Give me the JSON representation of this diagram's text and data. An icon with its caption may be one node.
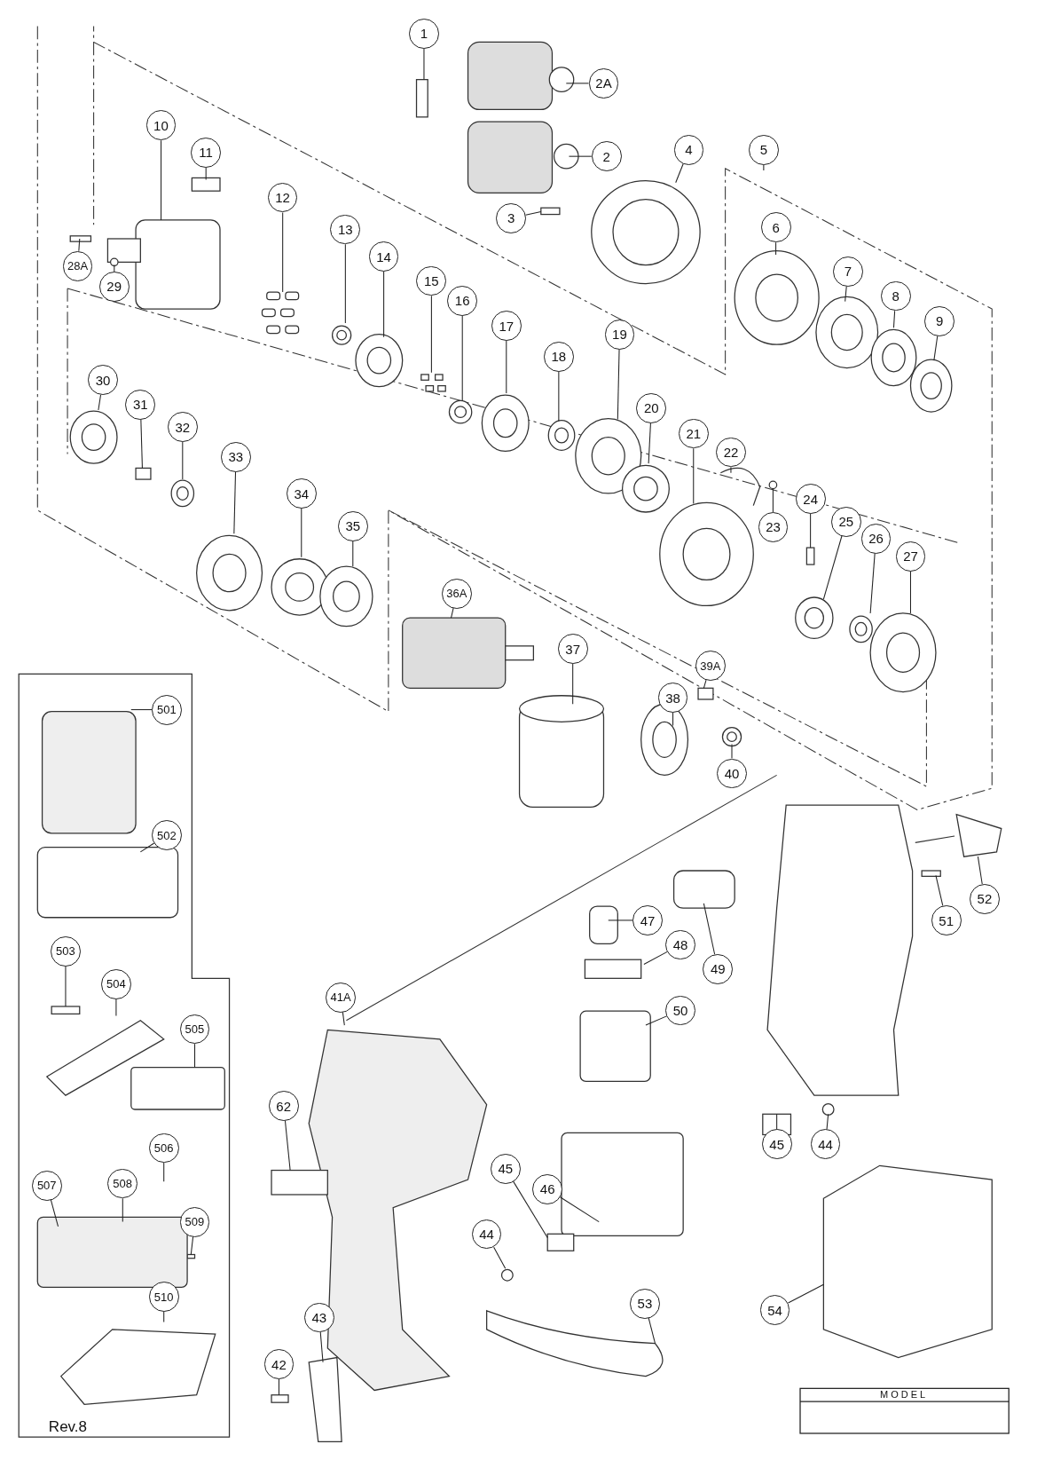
{
  "diagram": {
    "nodes": [
      {
        "text": [
          "1"
        ]
      },
      {
        "text": [
          "2A"
        ]
      },
      {
        "text": [
          "2"
        ]
      },
      {
        "text": [
          "3"
        ]
      },
      {
        "text": [
          "4"
        ]
      },
      {
        "text": [
          "5"
        ]
      },
      {
        "text": [
          "6"
        ]
      },
      {
        "text": [
          "7"
        ]
      },
      {
        "text": [
          "8"
        ]
      },
      {
        "text": [
          "9"
        ]
      },
      {
        "text": [
          "10"
        ]
      },
      {
        "text": [
          "11"
        ]
      },
      {
        "text": [
          "12"
        ]
      },
      {
        "text": [
          "13"
        ]
      },
      {
        "text": [
          "14"
        ]
      },
      {
        "text": [
          "15"
        ]
      },
      {
        "text": [
          "16"
        ]
      },
      {
        "text": [
          "17"
        ]
      },
      {
        "text": [
          "18"
        ]
      },
      {
        "text": [
          "19"
        ]
      },
      {
        "text": [
          "20"
        ]
      },
      {
        "text": [
          "21"
        ]
      },
      {
        "text": [
          "22"
        ]
      },
      {
        "text": [
          "23"
        ]
      },
      {
        "text": [
          "24"
        ]
      },
      {
        "text": [
          "25"
        ]
      },
      {
        "text": [
          "26"
        ]
      },
      {
        "text": [
          "27"
        ]
      },
      {
        "text": [
          "28A"
        ]
      },
      {
        "text": [
          "29"
        ]
      },
      {
        "text": [
          "30"
        ]
      },
      {
        "text": [
          "31"
        ]
      },
      {
        "text": [
          "32"
        ]
      },
      {
        "text": [
          "33"
        ]
      },
      {
        "text": [
          "34"
        ]
      },
      {
        "text": [
          "35"
        ]
      },
      {
        "text": [
          "36A"
        ]
      },
      {
        "text": [
          "37"
        ]
      },
      {
        "text": [
          "38"
        ]
      },
      {
        "text": [
          "39A"
        ]
      },
      {
        "text": [
          "40"
        ]
      },
      {
        "text": [
          "501"
        ]
      },
      {
        "text": [
          "502"
        ]
      },
      {
        "text": [
          "503"
        ]
      },
      {
        "text": [
          "504"
        ]
      },
      {
        "text": [
          "505"
        ]
      },
      {
        "text": [
          "41A"
        ]
      },
      {
        "text": [
          "47"
        ]
      },
      {
        "text": [
          "48"
        ]
      },
      {
        "text": [
          "49"
        ]
      },
      {
        "text": [
          "50"
        ]
      },
      {
        "text": [
          "51"
        ]
      },
      {
        "text": [
          "52"
        ]
      },
      {
        "text": [
          "62"
        ]
      },
      {
        "text": [
          "45"
        ]
      },
      {
        "text": [
          "44"
        ]
      },
      {
        "text": [
          "506"
        ]
      },
      {
        "text": [
          "507"
        ]
      },
      {
        "text": [
          "508"
        ]
      },
      {
        "text": [
          "509"
        ]
      },
      {
        "text": [
          "46"
        ]
      },
      {
        "text": [
          "45"
        ]
      },
      {
        "text": [
          "44"
        ]
      },
      {
        "text": [
          "53"
        ]
      },
      {
        "text": [
          "54"
        ]
      },
      {
        "text": [
          "510"
        ]
      },
      {
        "text": [
          "43"
        ]
      },
      {
        "text": [
          "42"
        ]
      }
    ],
    "edges": [
      {
        "from": 0,
        "to": null,
        "arrow": "none"
      },
      {
        "from": 1,
        "to": null,
        "arrow": "none"
      },
      {
        "from": 2,
        "to": null,
        "arrow": "none"
      },
      {
        "from": 3,
        "to": null,
        "arrow": "none"
      },
      {
        "from": 4,
        "to": null,
        "arrow": "none"
      },
      {
        "from": 5,
        "to": null,
        "arrow": "none"
      },
      {
        "from": 6,
        "to": null,
        "arrow": "none"
      },
      {
        "from": 7,
        "to": null,
        "arrow": "none"
      },
      {
        "from": 8,
        "to": null,
        "arrow": "none"
      },
      {
        "from": 9,
        "to": null,
        "arrow": "none"
      },
      {
        "from": 10,
        "to": null,
        "arrow": "none"
      },
      {
        "from": 11,
        "to": null,
        "arrow": "none"
      },
      {
        "from": 12,
        "to": null,
        "arrow": "none"
      },
      {
        "from": 13,
        "to": null,
        "arrow": "none"
      },
      {
        "from": 14,
        "to": null,
        "arrow": "none"
      },
      {
        "from": 15,
        "to": null,
        "arrow": "none"
      },
      {
        "from": 16,
        "to": null,
        "arrow": "none"
      },
      {
        "from": 17,
        "to": null,
        "arrow": "none"
      },
      {
        "from": 18,
        "to": null,
        "arrow": "none"
      },
      {
        "from": 19,
        "to": null,
        "arrow": "none"
      },
      {
        "from": 20,
        "to": null,
        "arrow": "none"
      },
      {
        "from": 21,
        "to": null,
        "arrow": "none"
      },
      {
        "from": 22,
        "to": null,
        "arrow": "none"
      },
      {
        "from": 23,
        "to": null,
        "arrow": "none"
      },
      {
        "from": 24,
        "to": null,
        "arrow": "none"
      },
      {
        "from": 25,
        "to": null,
        "arrow": "none"
      },
      {
        "from": 26,
        "to": null,
        "arrow": "none"
      },
      {
        "from": 27,
        "to": null,
        "arrow": "none"
      },
      {
        "from": 28,
        "to": null,
        "arrow": "none"
      },
      {
        "from": 29,
        "to": null,
        "arrow": "none"
      },
      {
        "from": 30,
        "to": null,
        "arrow": "none"
      },
      {
        "from": 31,
        "to": null,
        "arrow": "none"
      },
      {
        "from": 32,
        "to": null,
        "arrow": "none"
      },
      {
        "from": 33,
        "to": null,
        "arrow": "none"
      },
      {
        "from": 34,
        "to": null,
        "arrow": "none"
      },
      {
        "from": 35,
        "to": null,
        "arrow": "none"
      },
      {
        "from": 36,
        "to": null,
        "arrow": "none"
      },
      {
        "from": 37,
        "to": null,
        "arrow": "none"
      },
      {
        "from": 38,
        "to": null,
        "arrow": "none"
      },
      {
        "from": 39,
        "to": null,
        "arrow": "none"
      },
      {
        "from": 40,
        "to": null,
        "arrow": "none"
      },
      {
        "from": 41,
        "to": null,
        "arrow": "none"
      },
      {
        "from": 42,
        "to": null,
        "arrow": "none"
      },
      {
        "from": 43,
        "to": null,
        "arrow": "none"
      },
      {
        "from": 44,
        "to": null,
        "arrow": "none"
      },
      {
        "from": 45,
        "to": null,
        "arrow": "none"
      },
      {
        "from": 46,
        "to": null,
        "arrow": "none"
      },
      {
        "from": 47,
        "to": null,
        "arrow": "none"
      },
      {
        "from": 48,
        "to": null,
        "arrow": "none"
      },
      {
        "from": 49,
        "to": null,
        "arrow": "none"
      },
      {
        "from": 50,
        "to": null,
        "arrow": "none"
      },
      {
        "from": 51,
        "to": null,
        "arrow": "none"
      },
      {
        "from": 52,
        "to": null,
        "arrow": "none"
      },
      {
        "from": 53,
        "to": null,
        "arrow": "none"
      },
      {
        "from": 54,
        "to": null,
        "arrow": "none"
      },
      {
        "from": 55,
        "to": null,
        "arrow": "none"
      },
      {
        "from": 56,
        "to": null,
        "arrow": "none"
      },
      {
        "from": 57,
        "to": null,
        "arrow": "none"
      },
      {
        "from": 58,
        "to": null,
        "arrow": "none"
      },
      {
        "from": 59,
        "to": null,
        "arrow": "none"
      },
      {
        "from": 60,
        "to": null,
        "arrow": "none"
      },
      {
        "from": 61,
        "to": null,
        "arrow": "none"
      },
      {
        "from": 62,
        "to": null,
        "arrow": "none"
      },
      {
        "from": 63,
        "to": null,
        "arrow": "none"
      },
      {
        "from": 64,
        "to": null,
        "arrow": "none"
      },
      {
        "from": 65,
        "to": null,
        "arrow": "none"
      },
      {
        "from": 66,
        "to": null,
        "arrow": "none"
      },
      {
        "from": 67,
        "to": null,
        "arrow": "none"
      }
    ],
    "labels": [
      "MODEL",
      "Rev.8"
    ]
  }
}
